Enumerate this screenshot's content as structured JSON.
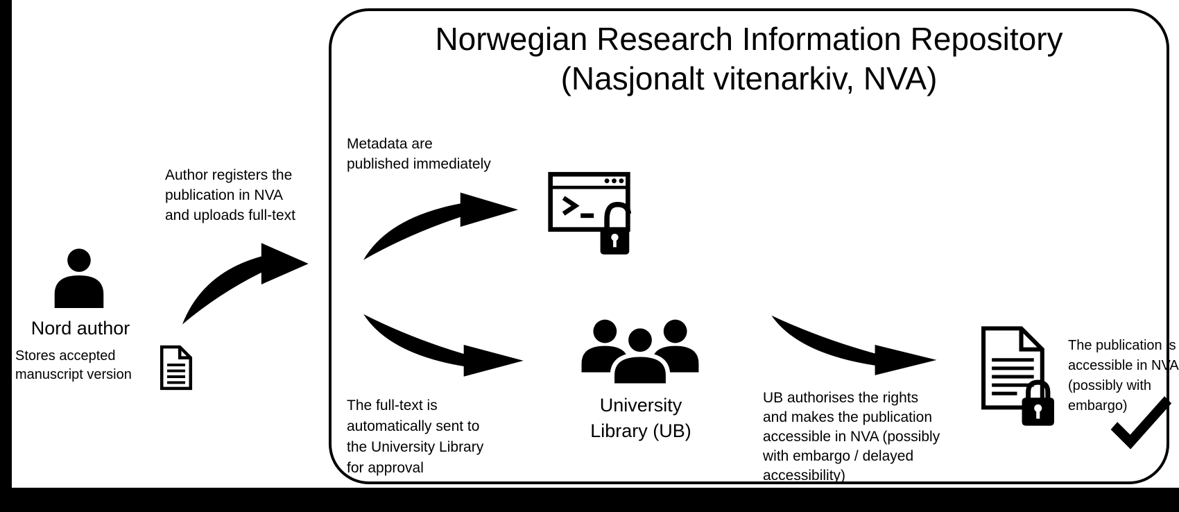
{
  "colors": {
    "ink": "#000000",
    "paper": "#ffffff"
  },
  "repository": {
    "title": [
      "Norwegian Research Information Repository",
      "(Nasjonalt vitenarkiv, NVA)"
    ]
  },
  "author": {
    "name": "Nord author",
    "stores_note": [
      "Stores accepted",
      "manuscript version"
    ],
    "registers_note": [
      "Author registers the",
      "publication in NVA",
      "and uploads full-text"
    ]
  },
  "metadata_note": [
    "Metadata are",
    "published immediately"
  ],
  "fulltext_note": [
    "The full-text is",
    "automatically sent to",
    "the University Library",
    "for approval"
  ],
  "library_label": [
    "University",
    "Library (UB)"
  ],
  "authorise_note": [
    "UB authorises the rights",
    "and makes the publication",
    "accessible in NVA (possibly",
    "with embargo / delayed",
    "accessibility)"
  ],
  "result_note": [
    "The publication is",
    "accessible in NVA",
    "(possibly with",
    "embargo)"
  ],
  "icons": {
    "author": "person-icon",
    "manuscript": "document-icon",
    "metadata": "browser-terminal-unlocked-icon",
    "library": "people-group-icon",
    "publication": "document-locked-icon",
    "done": "checkmark-icon",
    "flow": "curved-arrow-icon"
  }
}
